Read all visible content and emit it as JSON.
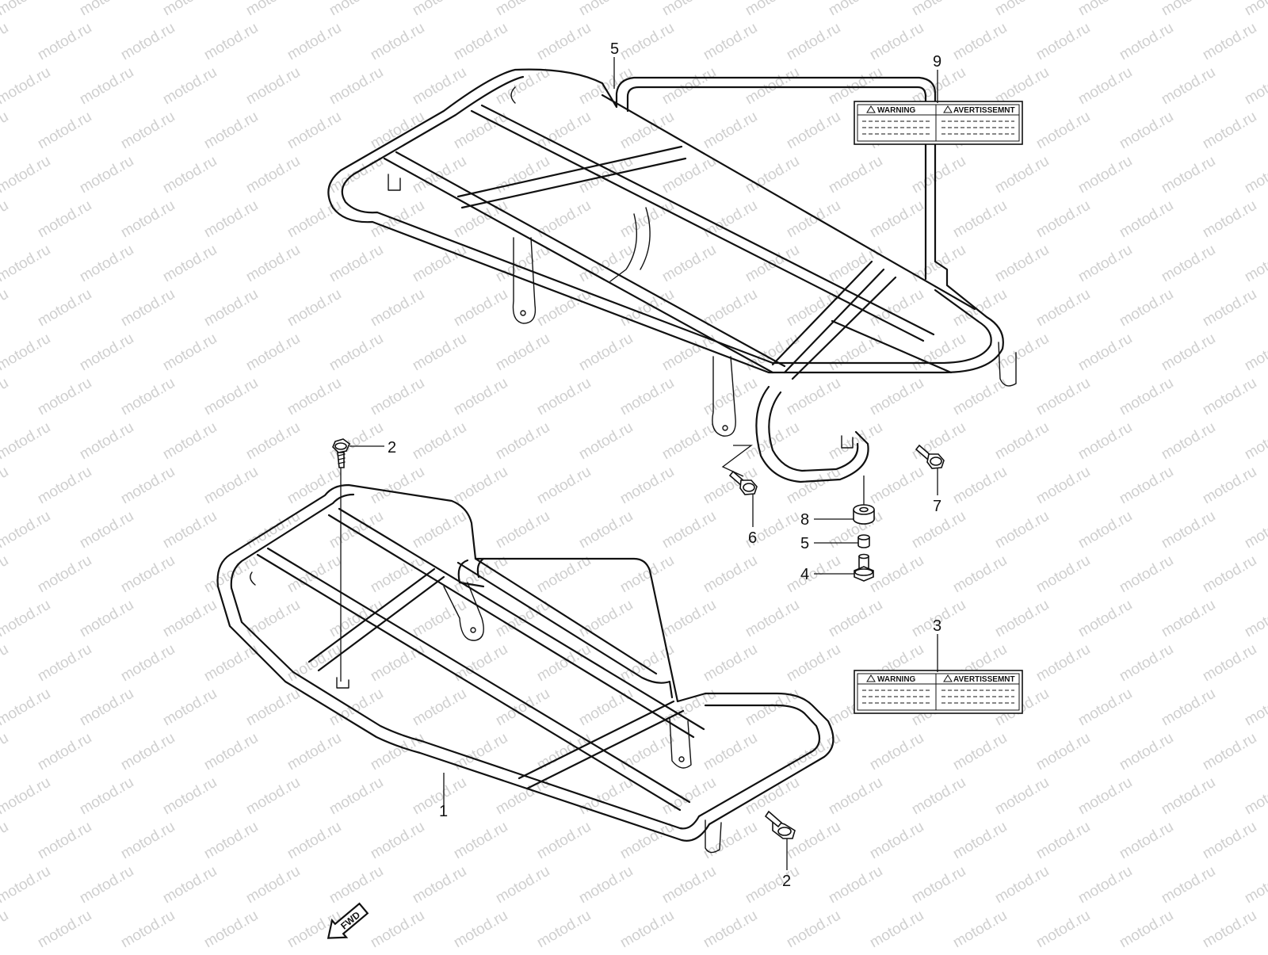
{
  "watermark": "motod.ru",
  "labels": {
    "warning": "WARNING",
    "avertissement": "AVERTISSEMNT"
  },
  "fwd": "FWD",
  "callouts": [
    {
      "id": "c1",
      "text": "1"
    },
    {
      "id": "c2a",
      "text": "2"
    },
    {
      "id": "c2b",
      "text": "2"
    },
    {
      "id": "c3",
      "text": "3"
    },
    {
      "id": "c4",
      "text": "4"
    },
    {
      "id": "c5a",
      "text": "5"
    },
    {
      "id": "c5b",
      "text": "5"
    },
    {
      "id": "c6",
      "text": "6"
    },
    {
      "id": "c7",
      "text": "7"
    },
    {
      "id": "c8",
      "text": "8"
    },
    {
      "id": "c9",
      "text": "9"
    }
  ],
  "colors": {
    "line": "#111111",
    "watermark": "#cfcfcf",
    "background": "#ffffff"
  }
}
